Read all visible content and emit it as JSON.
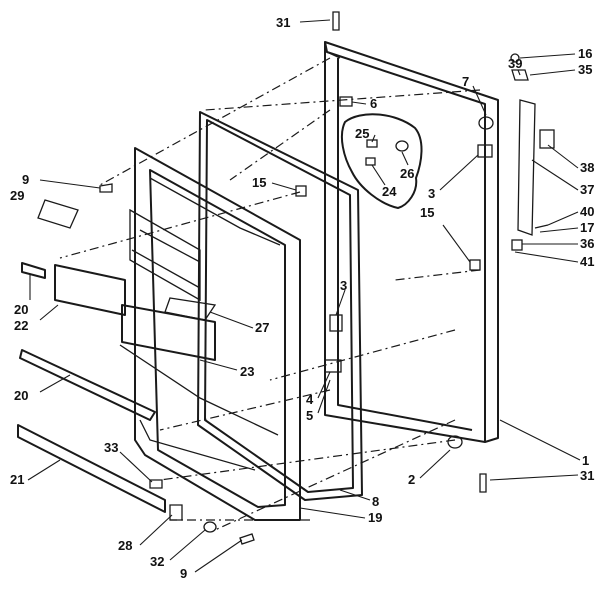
{
  "callouts": [
    {
      "id": "c31a",
      "label": "31"
    },
    {
      "id": "c16",
      "label": "16"
    },
    {
      "id": "c39",
      "label": "39"
    },
    {
      "id": "c35",
      "label": "35"
    },
    {
      "id": "c7",
      "label": "7"
    },
    {
      "id": "c6",
      "label": "6"
    },
    {
      "id": "c25",
      "label": "25"
    },
    {
      "id": "c26",
      "label": "26"
    },
    {
      "id": "c24",
      "label": "24"
    },
    {
      "id": "c3a",
      "label": "3"
    },
    {
      "id": "c15a",
      "label": "15"
    },
    {
      "id": "c38",
      "label": "38"
    },
    {
      "id": "c37",
      "label": "37"
    },
    {
      "id": "c40",
      "label": "40"
    },
    {
      "id": "c17",
      "label": "17"
    },
    {
      "id": "c36",
      "label": "36"
    },
    {
      "id": "c41",
      "label": "41"
    },
    {
      "id": "c15b",
      "label": "15"
    },
    {
      "id": "c9a",
      "label": "9"
    },
    {
      "id": "c29",
      "label": "29"
    },
    {
      "id": "c20a",
      "label": "20"
    },
    {
      "id": "c22",
      "label": "22"
    },
    {
      "id": "c3b",
      "label": "3"
    },
    {
      "id": "c27",
      "label": "27"
    },
    {
      "id": "c23",
      "label": "23"
    },
    {
      "id": "c20b",
      "label": "20"
    },
    {
      "id": "c4",
      "label": "4"
    },
    {
      "id": "c5",
      "label": "5"
    },
    {
      "id": "c1",
      "label": "1"
    },
    {
      "id": "c2",
      "label": "2"
    },
    {
      "id": "c31b",
      "label": "31"
    },
    {
      "id": "c33",
      "label": "33"
    },
    {
      "id": "c21",
      "label": "21"
    },
    {
      "id": "c8",
      "label": "8"
    },
    {
      "id": "c19",
      "label": "19"
    },
    {
      "id": "c28",
      "label": "28"
    },
    {
      "id": "c32",
      "label": "32"
    },
    {
      "id": "c9b",
      "label": "9"
    }
  ]
}
